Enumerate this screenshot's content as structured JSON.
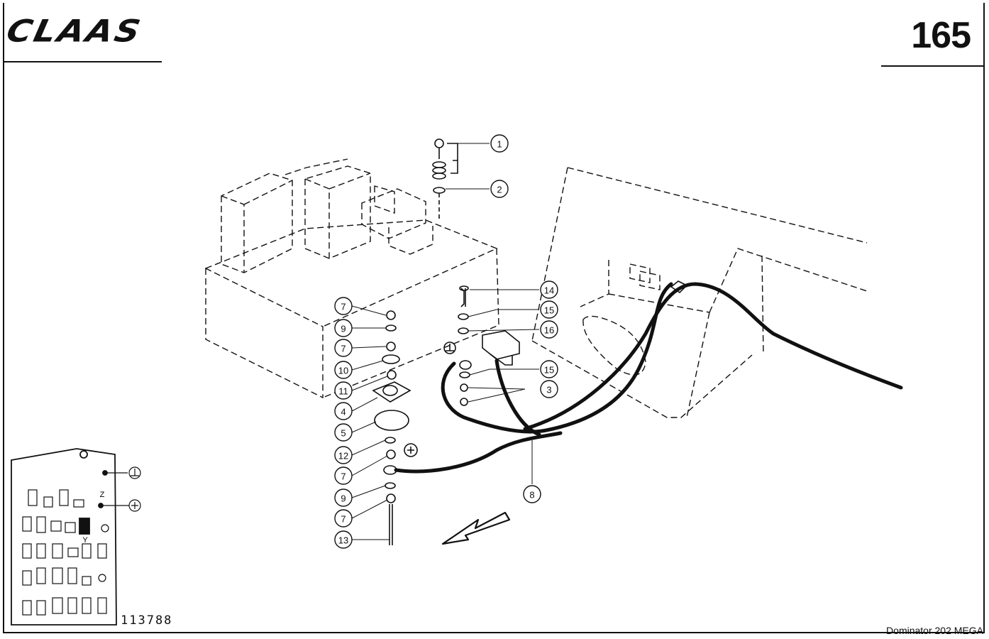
{
  "header": {
    "brand": "CLAAS",
    "page_number": "165"
  },
  "footer": {
    "drawing_number": "113788",
    "model": "Dominator  202 MEGA"
  },
  "callouts": [
    {
      "id": "c1",
      "label": "1"
    },
    {
      "id": "c2",
      "label": "2"
    },
    {
      "id": "c14",
      "label": "14"
    },
    {
      "id": "c15a",
      "label": "15"
    },
    {
      "id": "c16",
      "label": "16"
    },
    {
      "id": "c15b",
      "label": "15"
    },
    {
      "id": "c3",
      "label": "3"
    },
    {
      "id": "c7a",
      "label": "7"
    },
    {
      "id": "c9a",
      "label": "9"
    },
    {
      "id": "c7b",
      "label": "7"
    },
    {
      "id": "c10",
      "label": "10"
    },
    {
      "id": "c11",
      "label": "11"
    },
    {
      "id": "c4",
      "label": "4"
    },
    {
      "id": "c5",
      "label": "5"
    },
    {
      "id": "c12",
      "label": "12"
    },
    {
      "id": "c7c",
      "label": "7"
    },
    {
      "id": "c9b",
      "label": "9"
    },
    {
      "id": "c7d",
      "label": "7"
    },
    {
      "id": "c13",
      "label": "13"
    },
    {
      "id": "c8",
      "label": "8"
    }
  ],
  "inset": {
    "label_z": "Z",
    "label_y": "Y"
  }
}
